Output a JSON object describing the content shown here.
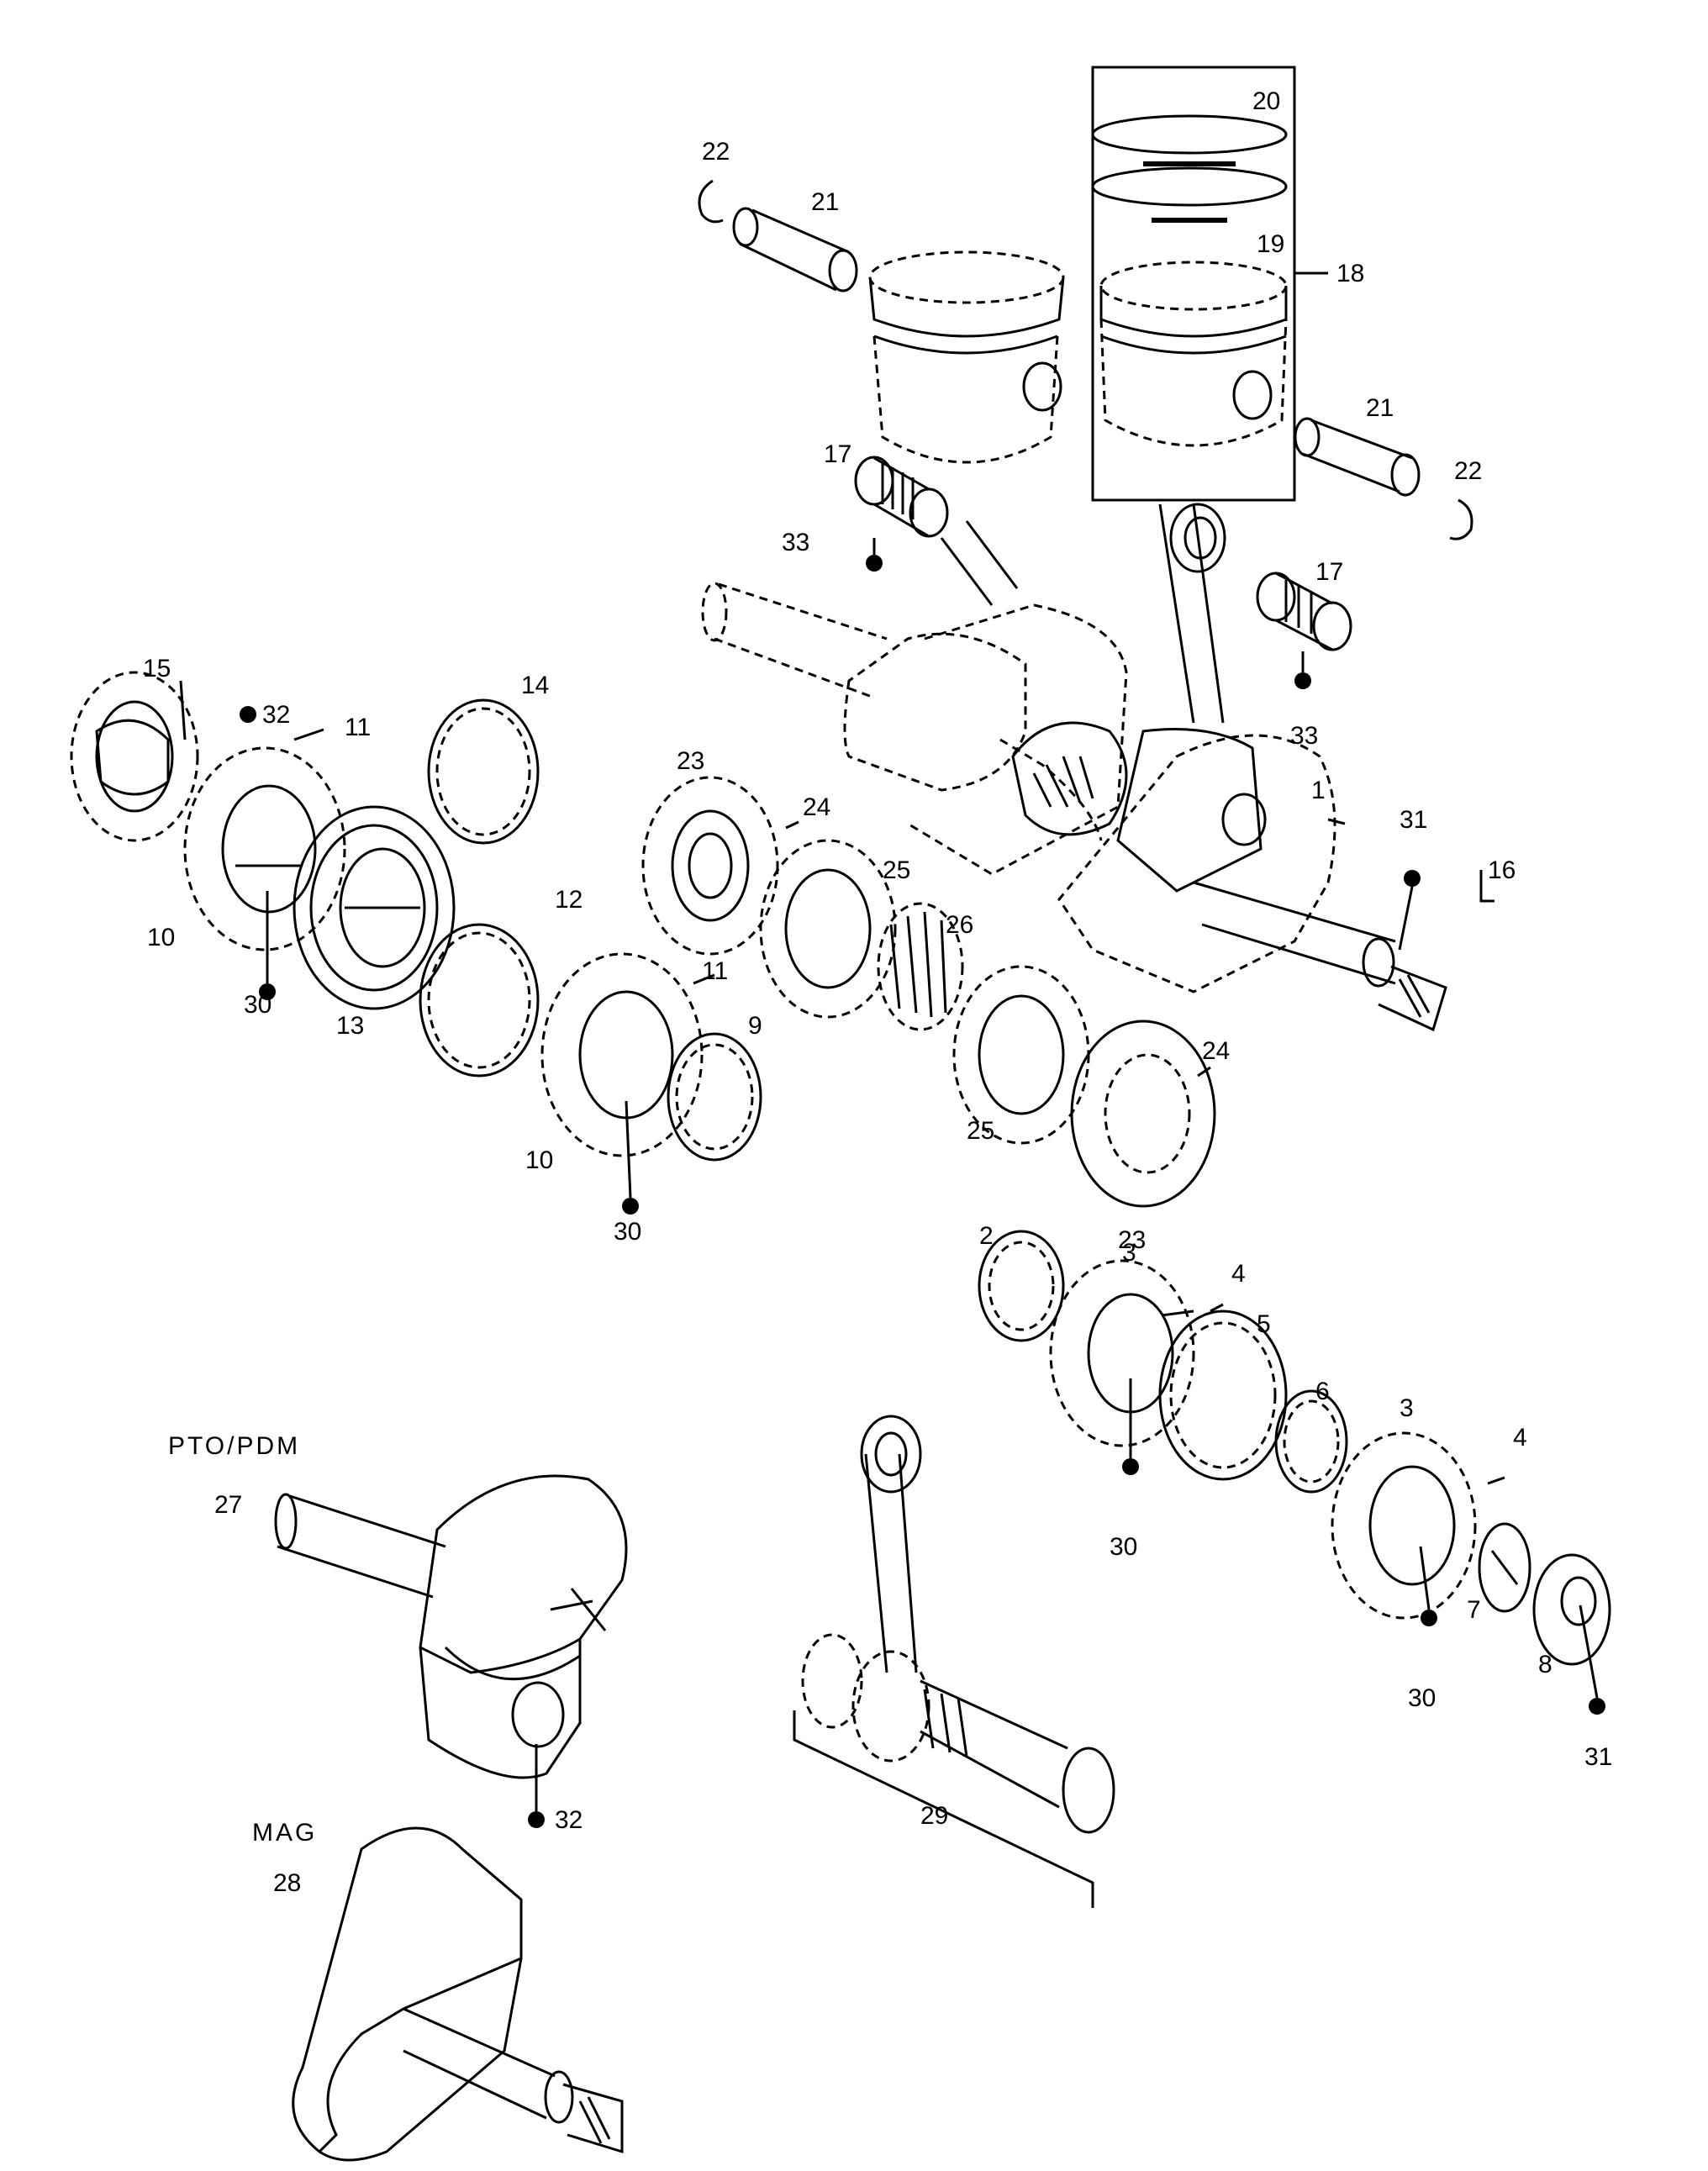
{
  "labels": {
    "n1": "1",
    "n2": "2",
    "n3a": "3",
    "n3b": "3",
    "n4a": "4",
    "n4b": "4",
    "n5": "5",
    "n6": "6",
    "n7": "7",
    "n8": "8",
    "n9": "9",
    "n10a": "10",
    "n10b": "10",
    "n11a": "11",
    "n11b": "11",
    "n12": "12",
    "n13": "13",
    "n14": "14",
    "n15": "15",
    "n16": "16",
    "n17a": "17",
    "n17b": "17",
    "n18": "18",
    "n19": "19",
    "n20": "20",
    "n21a": "21",
    "n21b": "21",
    "n22a": "22",
    "n22b": "22",
    "n23a": "23",
    "n23b": "23",
    "n24a": "24",
    "n24b": "24",
    "n25a": "25",
    "n25b": "25",
    "n26": "26",
    "n27": "27",
    "n28": "28",
    "n29": "29",
    "n30a": "30",
    "n30b": "30",
    "n30c": "30",
    "n30d": "30",
    "n31a": "31",
    "n31b": "31",
    "n32a": "32",
    "n32b": "32",
    "n33a": "33",
    "n33b": "33"
  },
  "headings": {
    "pto": "PTO/PDM",
    "mag": "MAG"
  }
}
